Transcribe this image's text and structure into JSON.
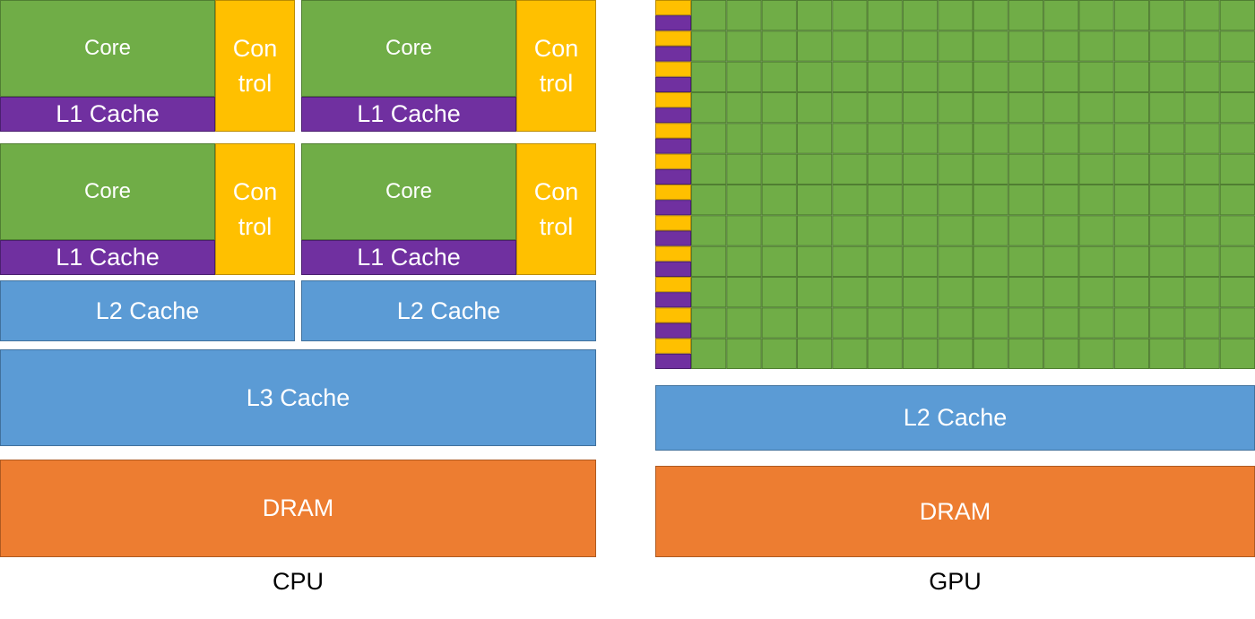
{
  "cpu": {
    "label": "CPU",
    "core_label": "Core",
    "l1_label": "L1 Cache",
    "control_line1": "Con",
    "control_line2": "trol",
    "l2_label": "L2 Cache",
    "l3_label": "L3 Cache",
    "dram_label": "DRAM"
  },
  "gpu": {
    "label": "GPU",
    "l2_label": "L2 Cache",
    "dram_label": "DRAM",
    "grid_columns": 16,
    "grid_rows": 12
  },
  "colors": {
    "core": "#70ad47",
    "l1_cache": "#7030a0",
    "control": "#ffc000",
    "cache": "#5b9bd5",
    "dram": "#ed7d31"
  }
}
